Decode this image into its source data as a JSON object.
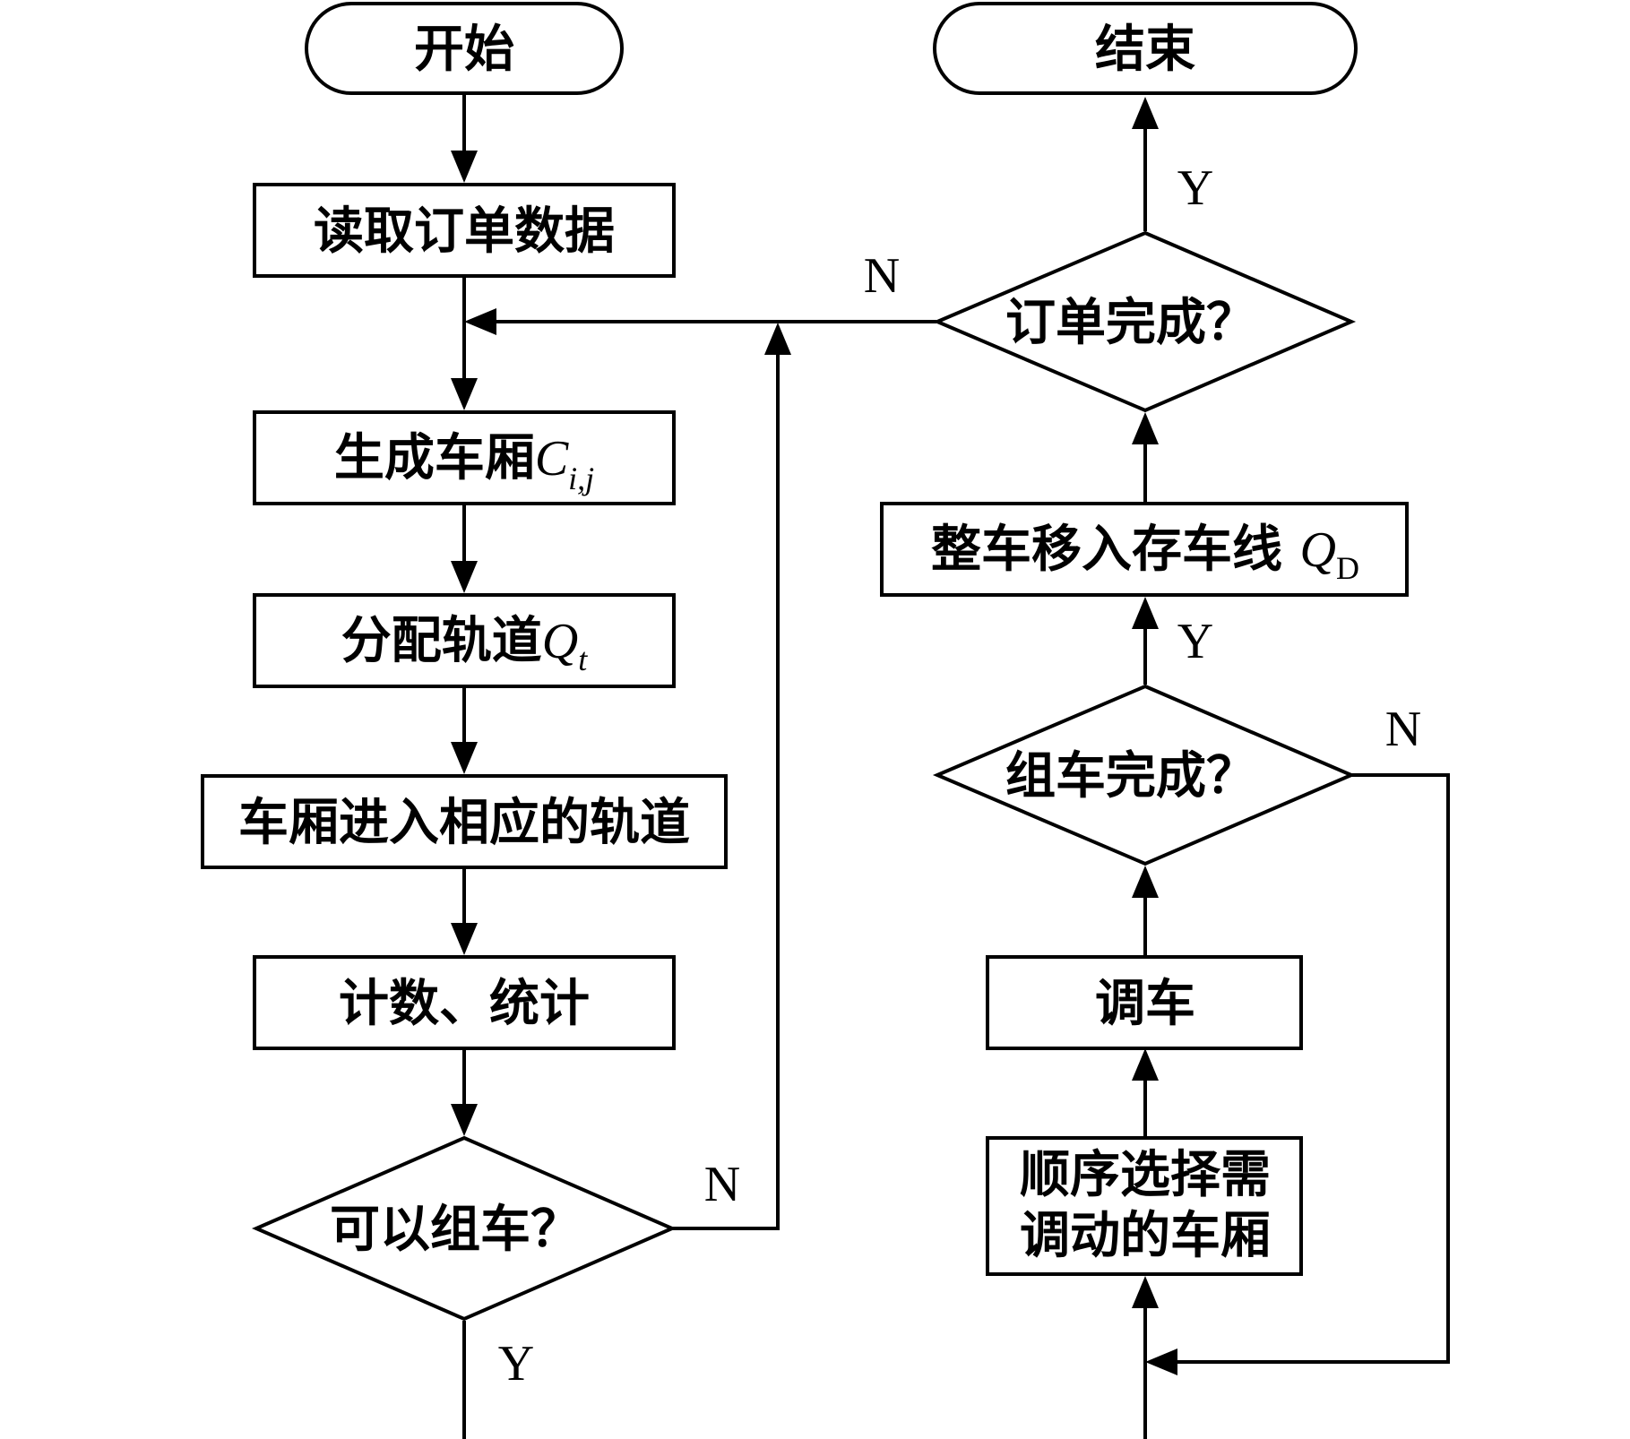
{
  "nodes": {
    "start": {
      "label": "开始"
    },
    "end": {
      "label": "结束"
    },
    "read_order": {
      "label": "读取订单数据"
    },
    "gen_car": {
      "label": "生成车厢",
      "sym": "C",
      "sub": "i,j"
    },
    "assign_track": {
      "label": "分配轨道",
      "sym": "Q",
      "sub": "t"
    },
    "enter_track": {
      "label": "车厢进入相应的轨道"
    },
    "count": {
      "label": "计数、统计"
    },
    "can_group": {
      "label": "可以组车？"
    },
    "order_done": {
      "label": "订单完成？"
    },
    "move_storage": {
      "label": "整车移入存车线 ",
      "sym": "Q",
      "sub": "D"
    },
    "group_done": {
      "label": "组车完成？"
    },
    "shunt": {
      "label": "调车"
    },
    "select_cars": {
      "line1": "顺序选择需",
      "line2": "调动的车厢"
    }
  },
  "edge_labels": {
    "can_group_no": "N",
    "can_group_yes": "Y",
    "order_done_no": "N",
    "order_done_yes": "Y",
    "group_done_no": "N",
    "group_done_yes": "Y"
  }
}
